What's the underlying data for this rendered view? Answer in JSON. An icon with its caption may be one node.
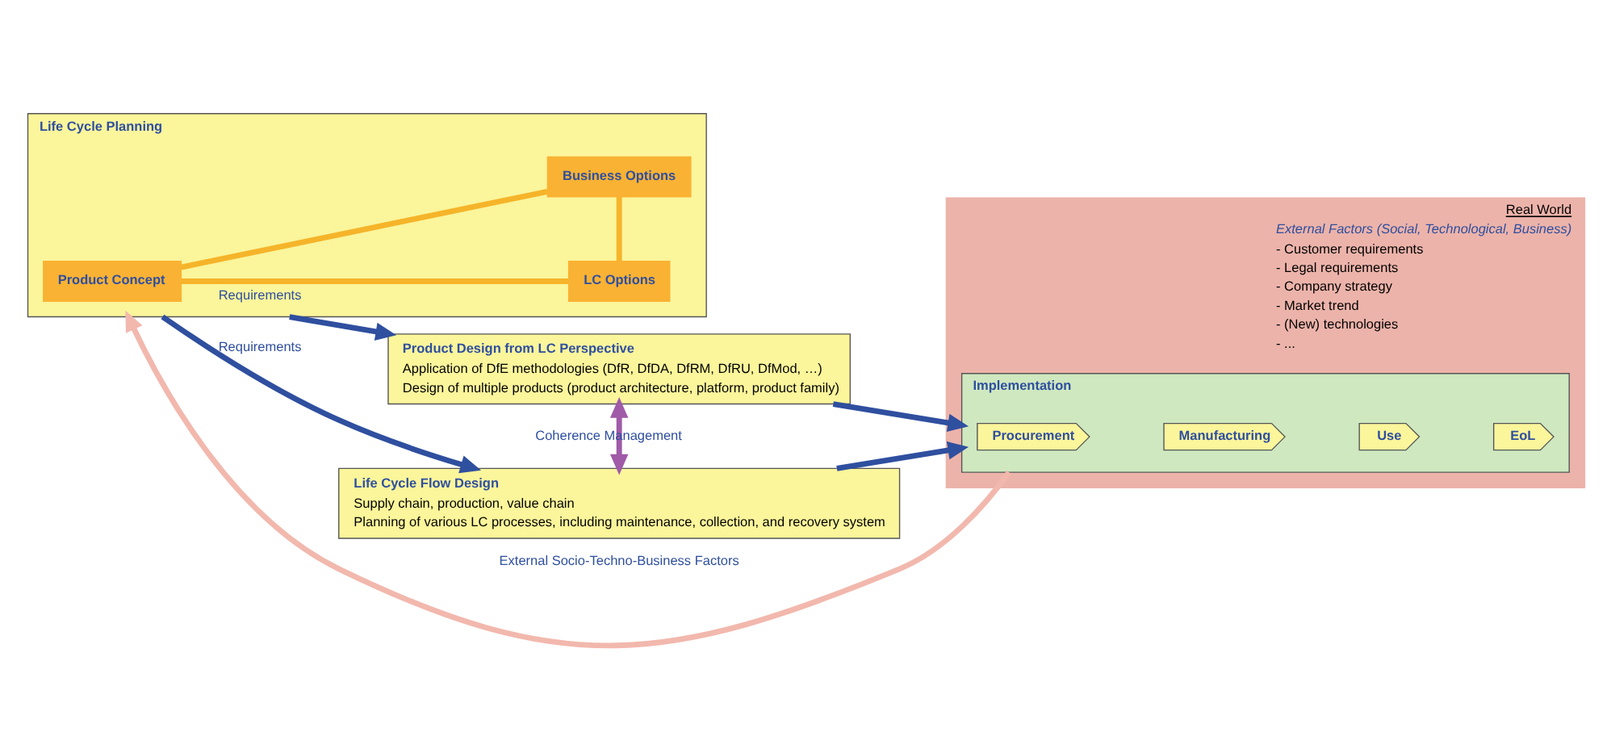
{
  "diagram": {
    "nodes": [
      {
        "text": [
          "Life Cycle Planning"
        ]
      },
      {
        "text": [
          "Product Concept"
        ],
        "in": 0
      },
      {
        "text": [
          "LC Options"
        ],
        "in": 0
      },
      {
        "text": [
          "Business Options"
        ],
        "in": 0
      },
      {
        "text": [
          "Product Design from LC Perspective",
          "Application of DfE methodologies (DfR, DfDA, DfRM, DfRU, DfMod, …)",
          "Design of multiple products (product architecture, platform, product family)"
        ]
      },
      {
        "text": [
          "Life Cycle Flow Design",
          "Supply chain, production, value chain",
          "Planning of various LC processes, including maintenance, collection, and recovery system"
        ]
      },
      {
        "text": [
          "Real World",
          "External Factors (Social, Technological, Business)",
          "- Customer requirements",
          "- Legal requirements",
          "- Company strategy",
          "- Market trend",
          "- (New) technologies",
          "- ..."
        ]
      },
      {
        "text": [
          "Implementation"
        ],
        "in": 6
      },
      {
        "text": [
          "Procurement"
        ],
        "in": 7
      },
      {
        "text": [
          "Manufacturing"
        ],
        "in": 7
      },
      {
        "text": [
          "Use"
        ],
        "in": 7
      },
      {
        "text": [
          "EoL"
        ],
        "in": 7
      }
    ],
    "edges": [
      {
        "from": 0,
        "to": 4,
        "arrow": "to",
        "label": "Requirements",
        "color": "#2f4f9f"
      },
      {
        "from": 0,
        "to": 5,
        "arrow": "to",
        "label": "Requirements",
        "color": "#2f4f9f"
      },
      {
        "from": 4,
        "to": 7,
        "arrow": "to",
        "color": "#2f4f9f"
      },
      {
        "from": 5,
        "to": 7,
        "arrow": "to",
        "color": "#2f4f9f"
      },
      {
        "from": 7,
        "to": 0,
        "arrow": "to",
        "label": "External Socio-Techno-Business Factors",
        "color": "#f2b8ad"
      },
      {
        "from": 4,
        "to": 5,
        "arrow": "both",
        "label": "Coherence Management",
        "color": "#a05aa8"
      },
      {
        "from": 1,
        "to": 2,
        "arrow": "none",
        "color": "#f5b42a"
      },
      {
        "from": 1,
        "to": 3,
        "arrow": "none",
        "color": "#f5b42a"
      },
      {
        "from": 2,
        "to": 3,
        "arrow": "none",
        "color": "#f5b42a"
      }
    ]
  }
}
